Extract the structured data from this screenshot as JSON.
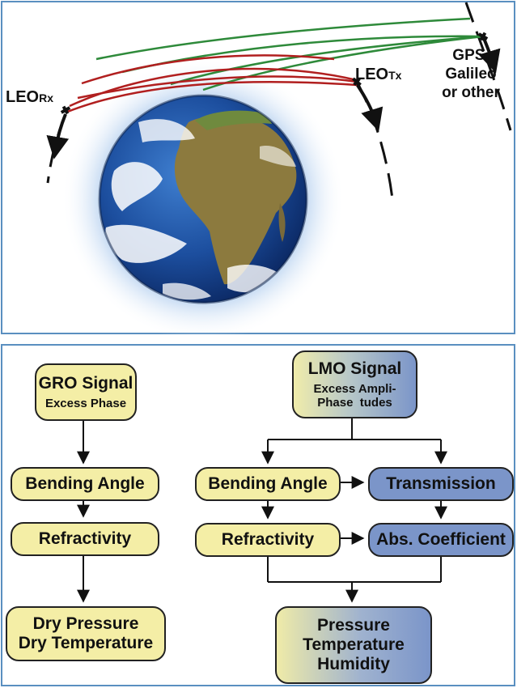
{
  "scene": {
    "leo_rx": {
      "main": "LEO",
      "sub": "Rx"
    },
    "leo_tx": {
      "main": "LEO",
      "sub": "Tx"
    },
    "gps_label": [
      "GPS,",
      "Galileo",
      "or other"
    ],
    "colors": {
      "green_signal": "#2e8a3a",
      "red_signal": "#b11f1f",
      "panel_border": "#5a8fc0"
    }
  },
  "flowchart": {
    "gro": {
      "signal_title": "GRO Signal",
      "signal_sub": "Excess Phase",
      "bending": "Bending Angle",
      "refractivity": "Refractivity",
      "output_line1": "Dry Pressure",
      "output_line2": "Dry Temperature"
    },
    "lmo": {
      "signal_title": "LMO Signal",
      "signal_sub_line1": "Excess Ampli-",
      "signal_sub_line2": "Phase  tudes",
      "bending": "Bending Angle",
      "transmission": "Transmission",
      "refractivity": "Refractivity",
      "abs_coefficient": "Abs. Coefficient",
      "output_line1": "Pressure",
      "output_line2": "Temperature",
      "output_line3": "Humidity"
    },
    "colors": {
      "yellow_box": "#f4eea6",
      "blue_box": "#7b95c9"
    }
  }
}
